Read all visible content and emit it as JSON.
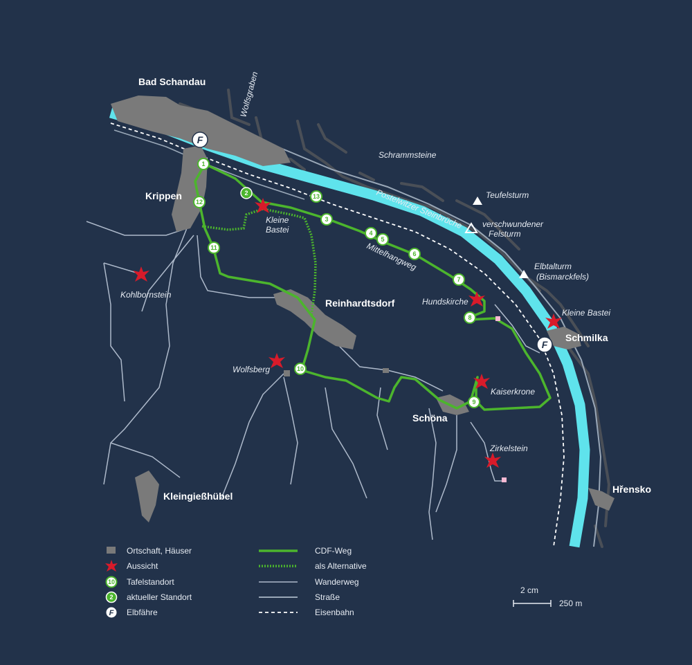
{
  "towns": {
    "bad_schandau": "Bad Schandau",
    "krippen": "Krippen",
    "reinhardtsdorf": "Reinhardtsdorf",
    "schmilka": "Schmilka",
    "schoena": "Schöna",
    "kleingiesshuebel": "Kleingießhübel",
    "hrensko": "Hřensko"
  },
  "features": {
    "wolfsgraben": "Wolfsgraben",
    "schrammsteine": "Schrammsteine",
    "postelwitzer": "Postelwitzer Steinbrüche",
    "teufelsturm": "Teufelsturm",
    "felsturm_1": "verschwundener",
    "felsturm_2": "Felsturm",
    "elbtalturm_1": "Elbtalturm",
    "elbtalturm_2": "(Bismarckfels)",
    "kleine_bastei_east": "Kleine Bastei",
    "kleine_bastei_1": "Kleine",
    "kleine_bastei_2": "Bastei",
    "mittelhangweg": "Mittelhangweg",
    "hundskirche": "Hundskirche",
    "kohlbornstein": "Kohlbornstein",
    "wolfsberg": "Wolfsberg",
    "kaiserkrone": "Kaiserkrone",
    "zirkelstein": "Zirkelstein"
  },
  "route": {
    "stops": [
      "1",
      "2",
      "3",
      "4",
      "5",
      "6",
      "7",
      "8",
      "9",
      "10",
      "11",
      "12",
      "13"
    ],
    "current_stop": "2"
  },
  "ferry_symbol": "F",
  "legend": {
    "left": [
      "Ortschaft, Häuser",
      "Aussicht",
      "Tafelstandort",
      "aktueller Standort",
      "Elbfähre"
    ],
    "sample_num_tafel": "10",
    "sample_num_current": "2",
    "right": [
      "CDF-Weg",
      "als Alternative",
      "Wanderweg",
      "Straße",
      "Eisenbahn"
    ]
  },
  "scale": {
    "map_length": "2 cm",
    "real_length": "250 m"
  },
  "colors": {
    "background": "#22324a",
    "river": "#5fe3ec",
    "route": "#4cb52d",
    "settlement": "#7a7a7a",
    "viewpoint": "#d81b2a",
    "road": "#9aa8b8",
    "trail": "#aebacb"
  }
}
